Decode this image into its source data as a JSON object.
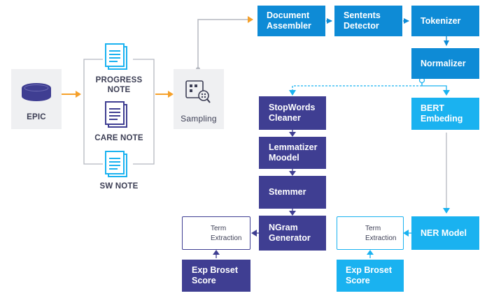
{
  "epic": {
    "label": "EPIC"
  },
  "notes": [
    {
      "label": "PROGRESS NOTE"
    },
    {
      "label": "CARE NOTE"
    },
    {
      "label": "SW NOTE"
    }
  ],
  "sampling": {
    "label": "Sampling"
  },
  "blue_pipeline": {
    "document_assembler": {
      "line1": "Document",
      "line2": "Assembler"
    },
    "sentence_detector": {
      "line1": "Sentents",
      "line2": "Detector"
    },
    "tokenizer": {
      "label": "Tokenizer"
    },
    "normalizer": {
      "label": "Normalizer"
    },
    "bert": {
      "line1": "BERT",
      "line2": "Embeding"
    },
    "ner": {
      "label": "NER Model"
    },
    "term_extraction": {
      "line1": "Term",
      "line2": "Extraction"
    },
    "exp_score": {
      "line1": "Exp Broset",
      "line2": "Score"
    }
  },
  "navy_pipeline": {
    "stopwords": {
      "line1": "StopWords",
      "line2": "Cleaner"
    },
    "lemmatizer": {
      "line1": "Lemmatizer",
      "line2": "Moodel"
    },
    "stemmer": {
      "label": "Stemmer"
    },
    "ngram": {
      "line1": "NGram",
      "line2": "Generator"
    },
    "term_extraction": {
      "line1": "Term",
      "line2": "Extraction"
    },
    "exp_score": {
      "line1": "Exp Broset",
      "line2": "Score"
    }
  },
  "colors": {
    "blue": "#0e8bd6",
    "light_blue": "#1ab2f0",
    "navy": "#3f3e92",
    "orange": "#f5a02a",
    "gray_panel": "#eff0f2",
    "connector_gray": "#b5b8c0"
  },
  "icons": [
    "database-icon",
    "document-icon",
    "sampling-search-icon",
    "term-extraction-gear-icon"
  ]
}
